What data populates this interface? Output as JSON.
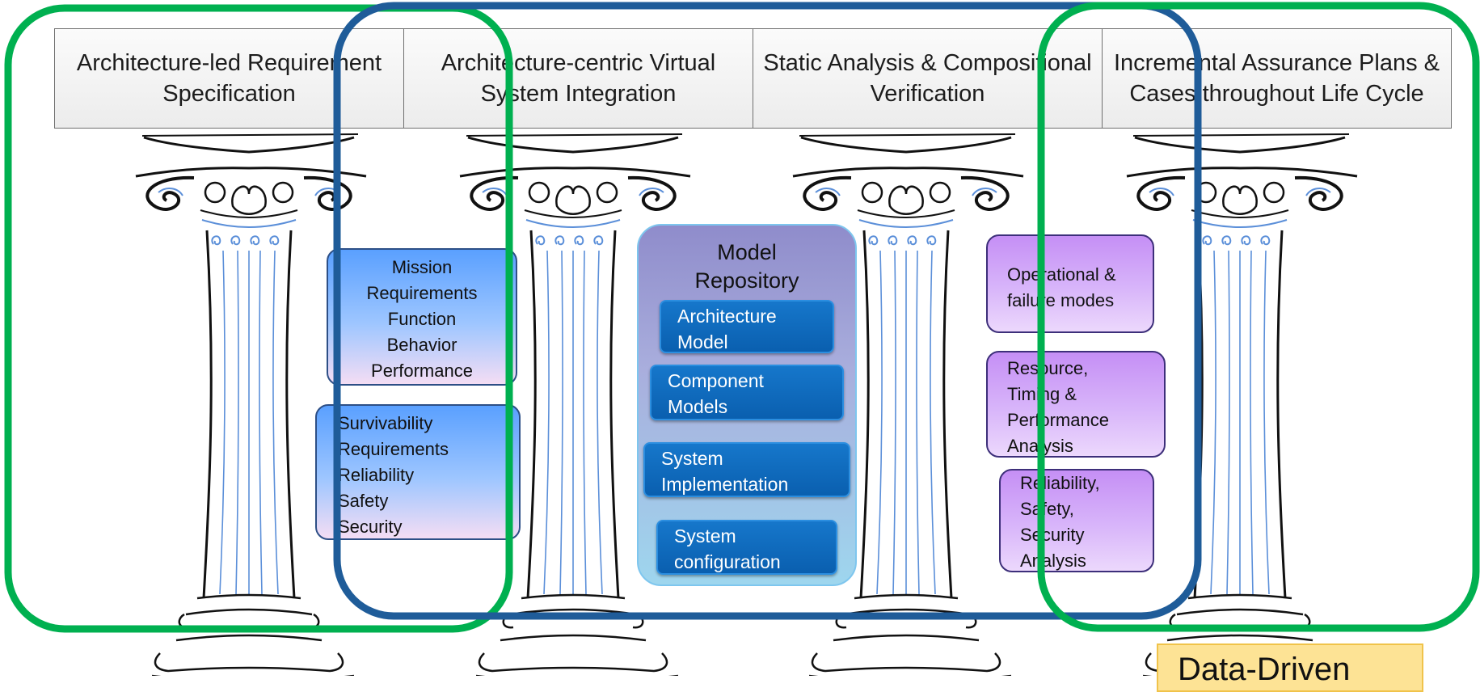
{
  "headers": [
    "Architecture-led Requirement Specification",
    "Architecture-centric Virtual System Integration",
    "Static Analysis & Compositional Verification",
    "Incremental Assurance Plans & Cases throughout Life Cycle"
  ],
  "requirements": {
    "mission_lines": [
      "Mission",
      "Requirements",
      "Function",
      "Behavior",
      "Performance"
    ],
    "survivability_lines": [
      "Survivability",
      "Requirements",
      "Reliability",
      "Safety",
      "Security"
    ]
  },
  "repository": {
    "title_lines": [
      "Model",
      "Repository"
    ],
    "items": [
      [
        "Architecture",
        "Model"
      ],
      [
        "Component",
        "Models"
      ],
      [
        "System",
        "Implementation"
      ],
      [
        "System",
        "configuration"
      ]
    ]
  },
  "verification": {
    "ops_lines": [
      "Operational &",
      "failure modes"
    ],
    "res_lines": [
      "Resource,",
      "Timing &",
      "Performance",
      "Analysis"
    ],
    "rel_lines": [
      "Reliability,",
      "Safety,",
      "Security",
      "Analysis"
    ]
  },
  "footer_label": "Data-Driven",
  "colors": {
    "green_outline": "#00b050",
    "blue_outline": "#1f5c99",
    "pillar_stroke": "#111111",
    "pillar_flute": "#5b8fd9",
    "requirements_fill": "#5aa0ff",
    "repository_fill": "#8f8ccb",
    "repository_item_fill": "#0a5faf",
    "verification_fill": "#c58ff5",
    "data_driven_fill": "#fde395"
  },
  "icons": [
    "ionic-pillar-icon"
  ]
}
